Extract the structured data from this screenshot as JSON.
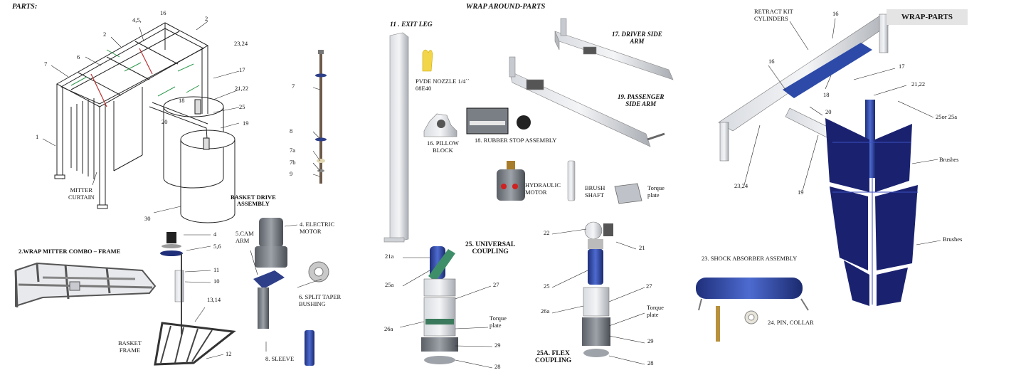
{
  "headers": {
    "parts": "PARTS:",
    "wrap_around": "WRAP AROUND-PARTS",
    "wrap_parts": "WRAP-PARTS"
  },
  "frame_diagram": {
    "n2a": "2",
    "n2b": "2",
    "n16": "16",
    "n45": "4,5,",
    "n6": "6",
    "n7": "7",
    "n2324": "23,24",
    "n17": "17",
    "n18": "18",
    "n2122": "21,22",
    "n25": "25",
    "n20": "20",
    "n19": "19",
    "n1": "1",
    "n30": "30",
    "mitter_curtain": "MITTER\nCURTAIN"
  },
  "shaft_stack": {
    "n7": "7",
    "n8": "8",
    "n7a": "7a",
    "n7b": "7b",
    "n9": "9"
  },
  "frame_combo": {
    "title": "2.WRAP MITTER COMBO –  FRAME"
  },
  "basket_drive": {
    "title": "BASKET DRIVE\nASSEMBLY",
    "n4": "4",
    "n56": "5,6",
    "n11": "11",
    "n10": "10",
    "n1314": "13,14",
    "n12": "12",
    "basket_frame": "BASKET\nFRAME",
    "cam_arm": "5.CAM\nARM",
    "electric_motor": "4. ELECTRIC\nMOTOR",
    "split_taper": "6. SPLIT TAPER\nBUSHING",
    "sleeve": "8. SLEEVE"
  },
  "wrap_around": {
    "exit_leg": "11 . EXIT LEG",
    "pvde_nozzle": "PVDE NOZZLE 1/4``\n08E40",
    "pillow_block": "16. PILLOW\nBLOCK",
    "rubber_stop": "18. RUBBER STOP ASSEMBLY",
    "driver_arm": "17. DRIVER SIDE\nARM",
    "passenger_arm": "19. PASSENGER\nSIDE ARM",
    "hydraulic_motor": "HYDRAULIC\nMOTOR",
    "brush_shaft": "BRUSH\nSHAFT",
    "torque_plate": "Torque\nplate"
  },
  "universal_coupling": {
    "title": "25. UNIVERSAL\nCOUPLING",
    "n21a": "21a",
    "n25a": "25a",
    "n27": "27",
    "n26a": "26a",
    "torque": "Torque\nplate",
    "n29": "29",
    "n28": "28"
  },
  "flex_coupling": {
    "title": "25A. FLEX\nCOUPLING",
    "n22": "22",
    "n21": "21",
    "n25": "25",
    "n27": "27",
    "n26a": "26a",
    "torque": "Torque\nplate",
    "n29": "29",
    "n28": "28"
  },
  "wrap_parts": {
    "retract": "RETRACT KIT\nCYLINDERS",
    "n16a": "16",
    "n16b": "16",
    "n17": "17",
    "n18": "18",
    "n20": "20",
    "n2122": "21,22",
    "n25or": "25or 25a",
    "brushes_a": "Brushes",
    "n2324": "23,24",
    "n19": "19",
    "brushes_b": "Brushes",
    "shock": "23. SHOCK ABSORBER ASSEMBLY",
    "pin_collar": "24. PIN, COLLAR"
  },
  "colors": {
    "leader_green": "#2e9a4e",
    "blue_part": "#2f4fa8",
    "metal": "#9aa0a8"
  }
}
